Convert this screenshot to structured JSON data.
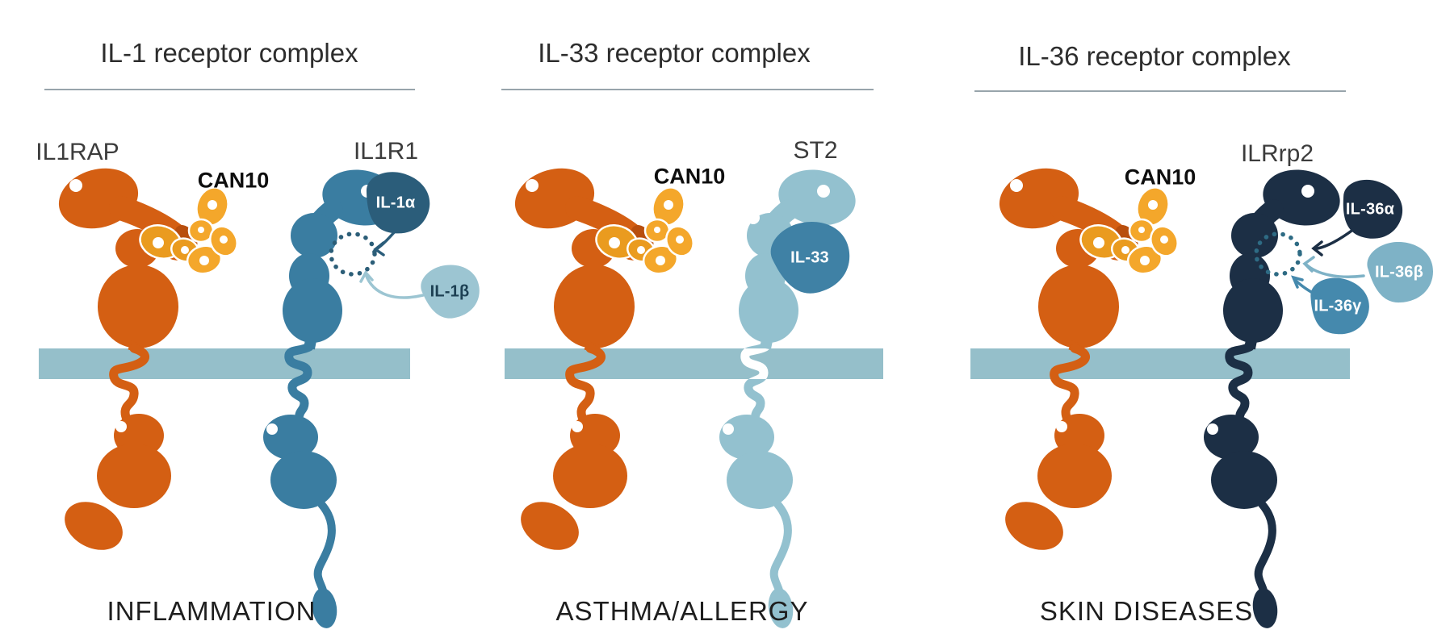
{
  "figure": {
    "panels": [
      {
        "title": "IL-1 receptor complex",
        "accessory_label": "IL1RAP",
        "antibody_label": "CAN10",
        "receptor_label": "IL1R1",
        "disease": "INFLAMMATION",
        "ligands": [
          {
            "label": "IL-1α",
            "color": "#2b5d7a",
            "text_color": "#ffffff"
          },
          {
            "label": "IL-1β",
            "color": "#9cc5d2",
            "text_color": "#1d4053"
          }
        ],
        "colors": {
          "receptor": "#3a7da1",
          "pocket": "#2c5e78"
        }
      },
      {
        "title": "IL-33 receptor complex",
        "antibody_label": "CAN10",
        "receptor_label": "ST2",
        "disease": "ASTHMA/ALLERGY",
        "ligands": [
          {
            "label": "IL-33",
            "color": "#3f81a5",
            "text_color": "#ffffff"
          }
        ],
        "colors": {
          "receptor": "#93c1cf",
          "squiggle": "#ffffff"
        }
      },
      {
        "title": "IL-36 receptor complex",
        "antibody_label": "CAN10",
        "receptor_label": "ILRrp2",
        "disease": "SKIN DISEASES",
        "ligands": [
          {
            "label": "IL-36α",
            "color": "#1c2f45",
            "text_color": "#ffffff"
          },
          {
            "label": "IL-36β",
            "color": "#7eb2c6",
            "text_color": "#ffffff"
          },
          {
            "label": "IL-36γ",
            "color": "#4589ad",
            "text_color": "#ffffff"
          }
        ],
        "colors": {
          "receptor": "#1c2f45",
          "pocket": "#2e6b84"
        }
      }
    ],
    "shared_colors": {
      "accessory_protein": "#d45f13",
      "accessory_shadow": "#b84e0e",
      "antibody_gold": "#f4a72b",
      "antibody_gold_dark": "#ea9b1f",
      "membrane": "#95bfca",
      "background": "#ffffff"
    }
  }
}
